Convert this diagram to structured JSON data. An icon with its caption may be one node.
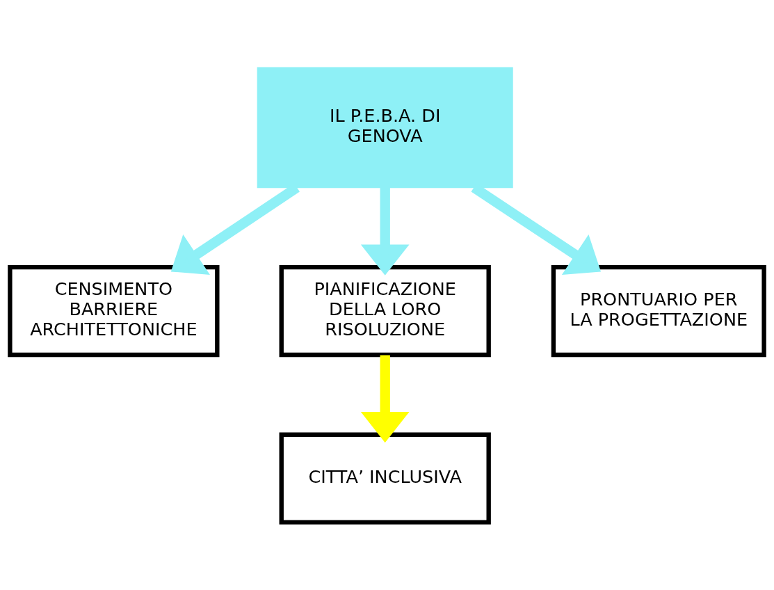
{
  "diagram": {
    "nodes": [
      {
        "text": [
          "IL P.E.B.A. DI GENOVA"
        ]
      },
      {
        "text": [
          "CENSIMENTO BARRIERE ARCHITETTONICHE"
        ]
      },
      {
        "text": [
          "PIANIFICAZIONE DELLA LORO RISOLUZIONE"
        ]
      },
      {
        "text": [
          "PRONTUARIO PER LA PROGETTAZIONE"
        ]
      },
      {
        "text": [
          "CITTA’ INCLUSIVA"
        ]
      }
    ],
    "edges": [
      {
        "from": 0,
        "to": 1,
        "arrow": "to"
      },
      {
        "from": 0,
        "to": 2,
        "arrow": "to"
      },
      {
        "from": 0,
        "to": 3,
        "arrow": "to"
      },
      {
        "from": 2,
        "to": 4,
        "arrow": "to",
        "color": "#ffff00"
      }
    ]
  }
}
